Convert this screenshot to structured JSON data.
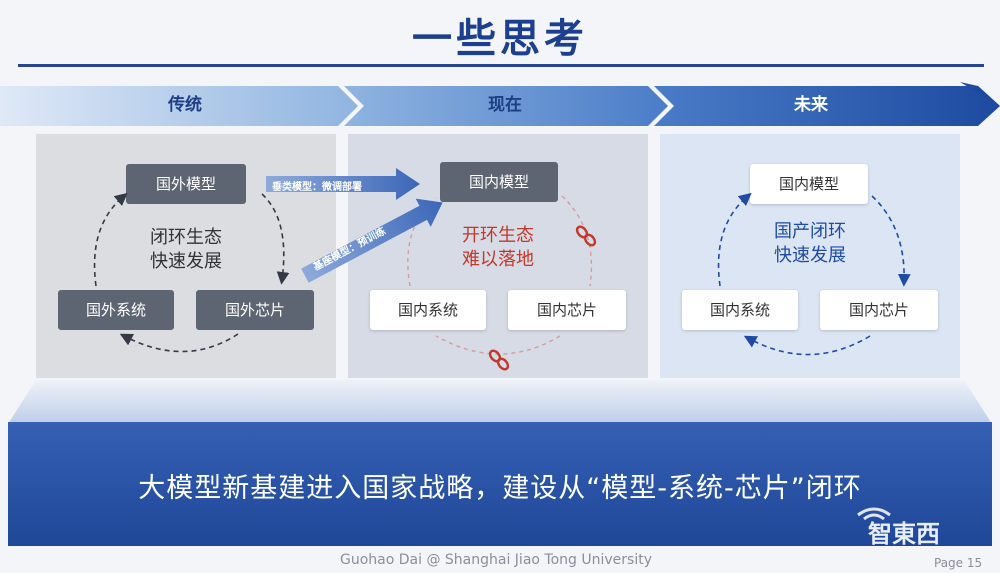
{
  "title": "一些思考",
  "stages": [
    {
      "label": "传统"
    },
    {
      "label": "现在"
    },
    {
      "label": "未来"
    }
  ],
  "panels": {
    "traditional": {
      "top_box": "国外模型",
      "left_box": "国外系统",
      "right_box": "国外芯片",
      "center_line1": "闭环生态",
      "center_line2": "快速发展"
    },
    "present": {
      "top_box": "国内模型",
      "left_box": "国内系统",
      "right_box": "国内芯片",
      "center_line1": "开环生态",
      "center_line2": "难以落地"
    },
    "future": {
      "top_box": "国内模型",
      "left_box": "国内系统",
      "right_box": "国内芯片",
      "center_line1": "国产闭环",
      "center_line2": "快速发展"
    }
  },
  "transfer_arrows": {
    "upper": "垂类模型：微调部署",
    "lower": "基座模型：预训练"
  },
  "banner": "大模型新基建进入国家战略，建设从“模型-系统-芯片”闭环",
  "footer": {
    "credit": "Guohao Dai @ Shanghai Jiao Tong University",
    "page": "Page 15"
  },
  "logo": "智東西",
  "colors": {
    "title": "#1c3f8f",
    "dark_box": "#5e6572",
    "present_text": "#c0392b",
    "future_text": "#1f4ba5",
    "banner": "#2c55a8"
  }
}
